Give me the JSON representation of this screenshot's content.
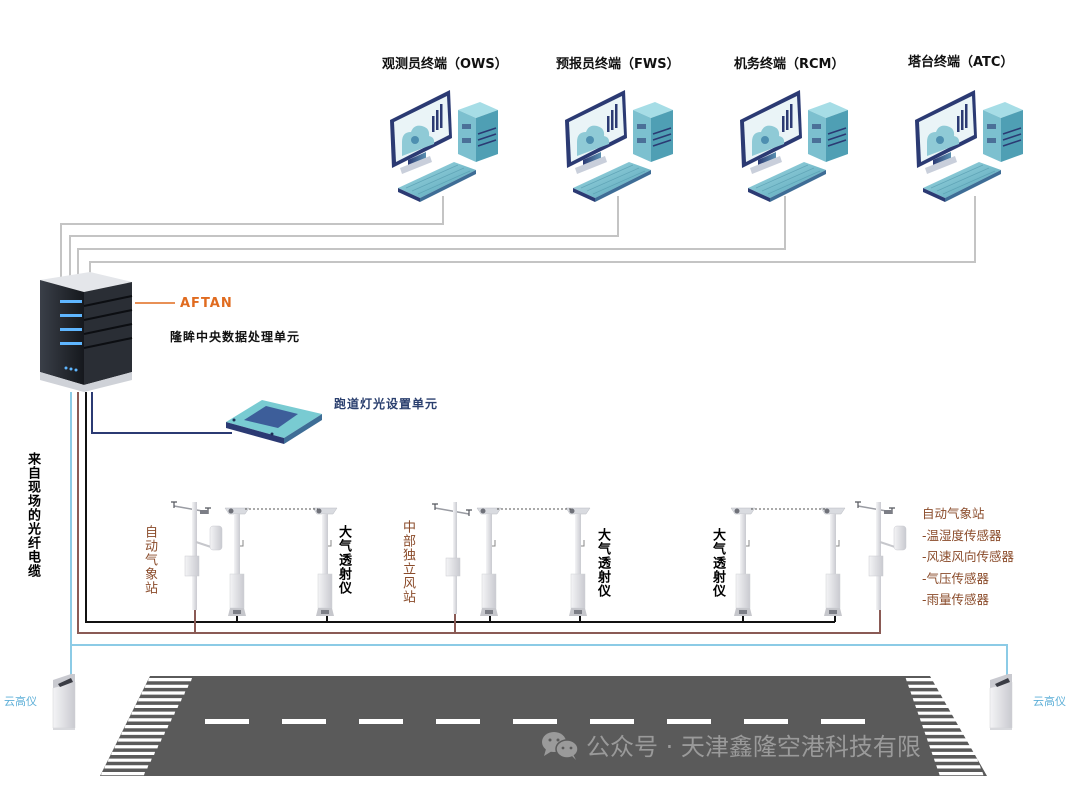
{
  "terminals": [
    {
      "label": "观测员终端（OWS）"
    },
    {
      "label": "预报员终端（FWS）"
    },
    {
      "label": "机务终端（RCM）"
    },
    {
      "label": "塔台终端（ATC）"
    }
  ],
  "central_unit": {
    "system_name": "AFTAN",
    "label": "隆眸中央数据处理单元"
  },
  "runway_light_unit": {
    "label": "跑道灯光设置单元"
  },
  "fiber_cable_label": "来自现场的光纤电缆",
  "field_stations": {
    "aws_left": "自动气象站",
    "transmissometer_1": "大气透射仪",
    "mid_wind_station": "中部独立风站",
    "transmissometer_2": "大气透射仪",
    "transmissometer_3": "大气透射仪",
    "aws_right": {
      "title": "自动气象站",
      "sensors": [
        "-温湿度传感器",
        "-风速风向传感器",
        "-气压传感器",
        "-雨量传感器"
      ]
    }
  },
  "ceilometers": [
    {
      "label": "云高仪"
    },
    {
      "label": "云高仪"
    }
  ],
  "watermark": "公众号 · 天津鑫隆空港科技有限",
  "colors": {
    "network_line": "#c4c4c4",
    "fiber_blue": "#8ccbe6",
    "cable_brown": "#8a5a55",
    "cable_black": "#111111",
    "runway": "#5a5a5a",
    "device_teal": "#6fb9c9",
    "device_navy": "#2b3a73",
    "accent_orange": "#e06b1f",
    "label_brown": "#8a4b2a"
  }
}
